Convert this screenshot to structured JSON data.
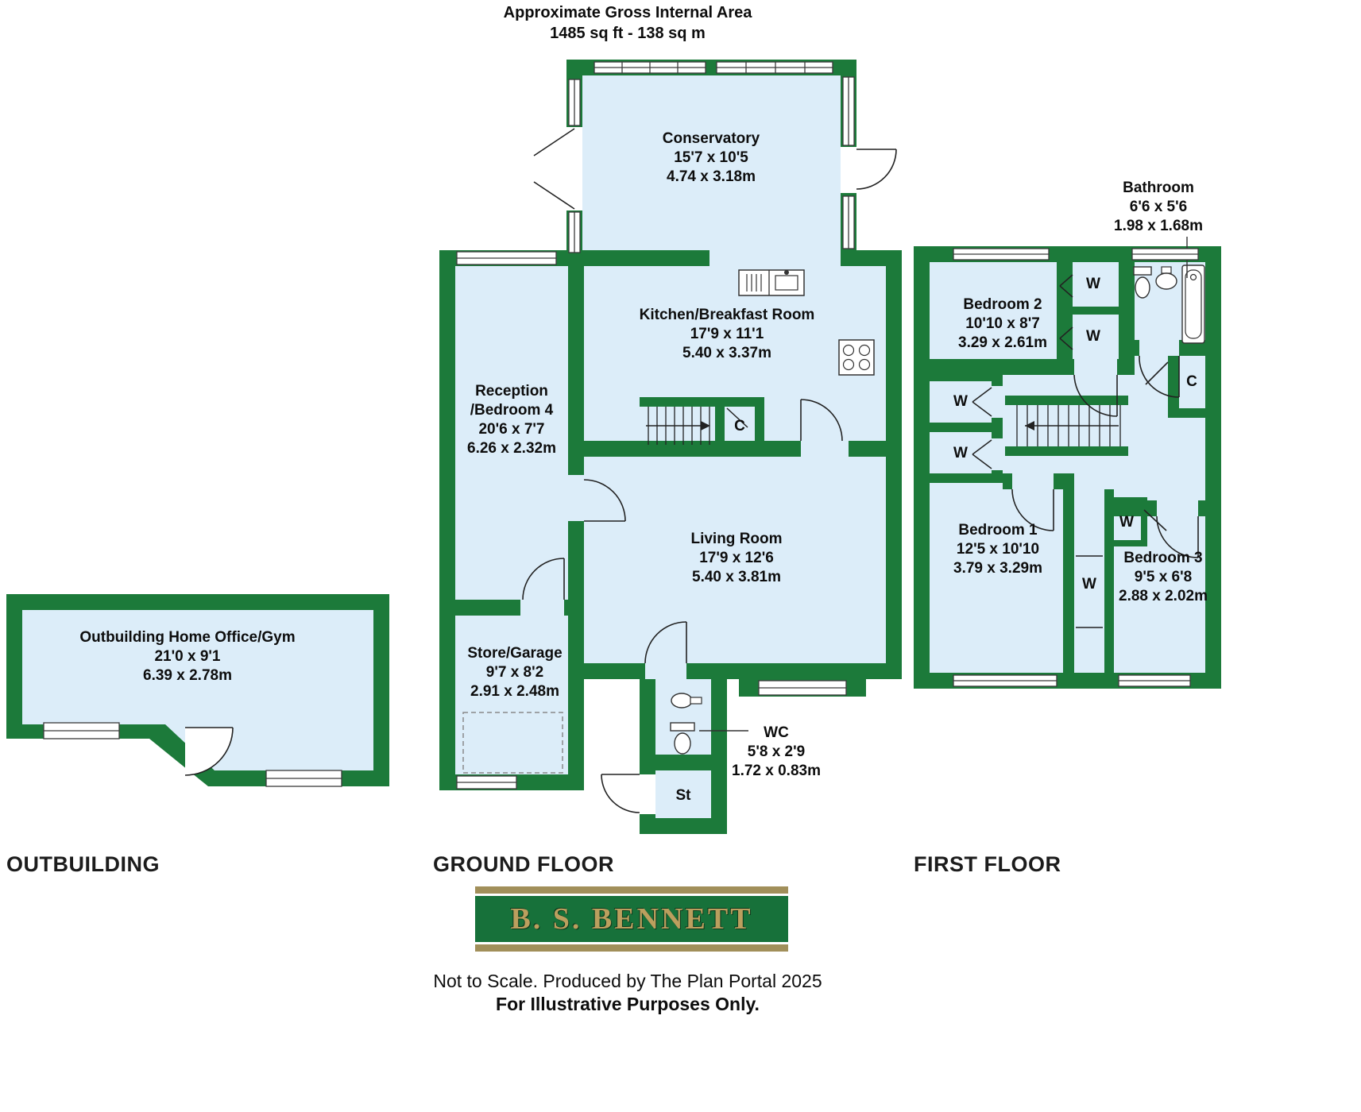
{
  "header": {
    "title": "Approximate Gross Internal Area",
    "area": "1485 sq ft - 138 sq m"
  },
  "floor_titles": {
    "outbuilding": "OUTBUILDING",
    "ground": "GROUND FLOOR",
    "first": "FIRST FLOOR"
  },
  "rooms": {
    "conservatory": {
      "name": "Conservatory",
      "imperial": "15'7 x 10'5",
      "metric": "4.74 x 3.18m"
    },
    "kitchen": {
      "name": "Kitchen/Breakfast Room",
      "imperial": "17'9 x 11'1",
      "metric": "5.40 x 3.37m"
    },
    "reception": {
      "name_line1": "Reception",
      "name_line2": "/Bedroom 4",
      "imperial": "20'6 x 7'7",
      "metric": "6.26 x 2.32m"
    },
    "living": {
      "name": "Living Room",
      "imperial": "17'9 x 12'6",
      "metric": "5.40 x 3.81m"
    },
    "store": {
      "name": "Store/Garage",
      "imperial": "9'7 x 8'2",
      "metric": "2.91 x 2.48m"
    },
    "wc": {
      "name": "WC",
      "imperial": "5'8 x 2'9",
      "metric": "1.72 x 0.83m"
    },
    "store_cupboard": {
      "name": "St"
    },
    "bathroom": {
      "name": "Bathroom",
      "imperial": "6'6 x 5'6",
      "metric": "1.98 x 1.68m"
    },
    "bedroom1": {
      "name": "Bedroom 1",
      "imperial": "12'5 x 10'10",
      "metric": "3.79 x 3.29m"
    },
    "bedroom2": {
      "name": "Bedroom 2",
      "imperial": "10'10 x 8'7",
      "metric": "3.29 x 2.61m"
    },
    "bedroom3": {
      "name": "Bedroom 3",
      "imperial": "9'5 x 6'8",
      "metric": "2.88 x 2.02m"
    },
    "outbuilding": {
      "name": "Outbuilding Home Office/Gym",
      "imperial": "21'0 x 9'1",
      "metric": "6.39 x 2.78m"
    }
  },
  "symbols": {
    "wardrobe": "W",
    "cupboard": "C"
  },
  "logo": {
    "brand": "B. S. BENNETT"
  },
  "footer": {
    "line1": "Not to Scale. Produced by The Plan Portal 2025",
    "line2": "For Illustrative Purposes Only."
  },
  "colors": {
    "wall_green": "#1c7a3a",
    "room_fill": "#dcedf9",
    "logo_gold": "#bb9f5e",
    "logo_green": "#17713a"
  }
}
